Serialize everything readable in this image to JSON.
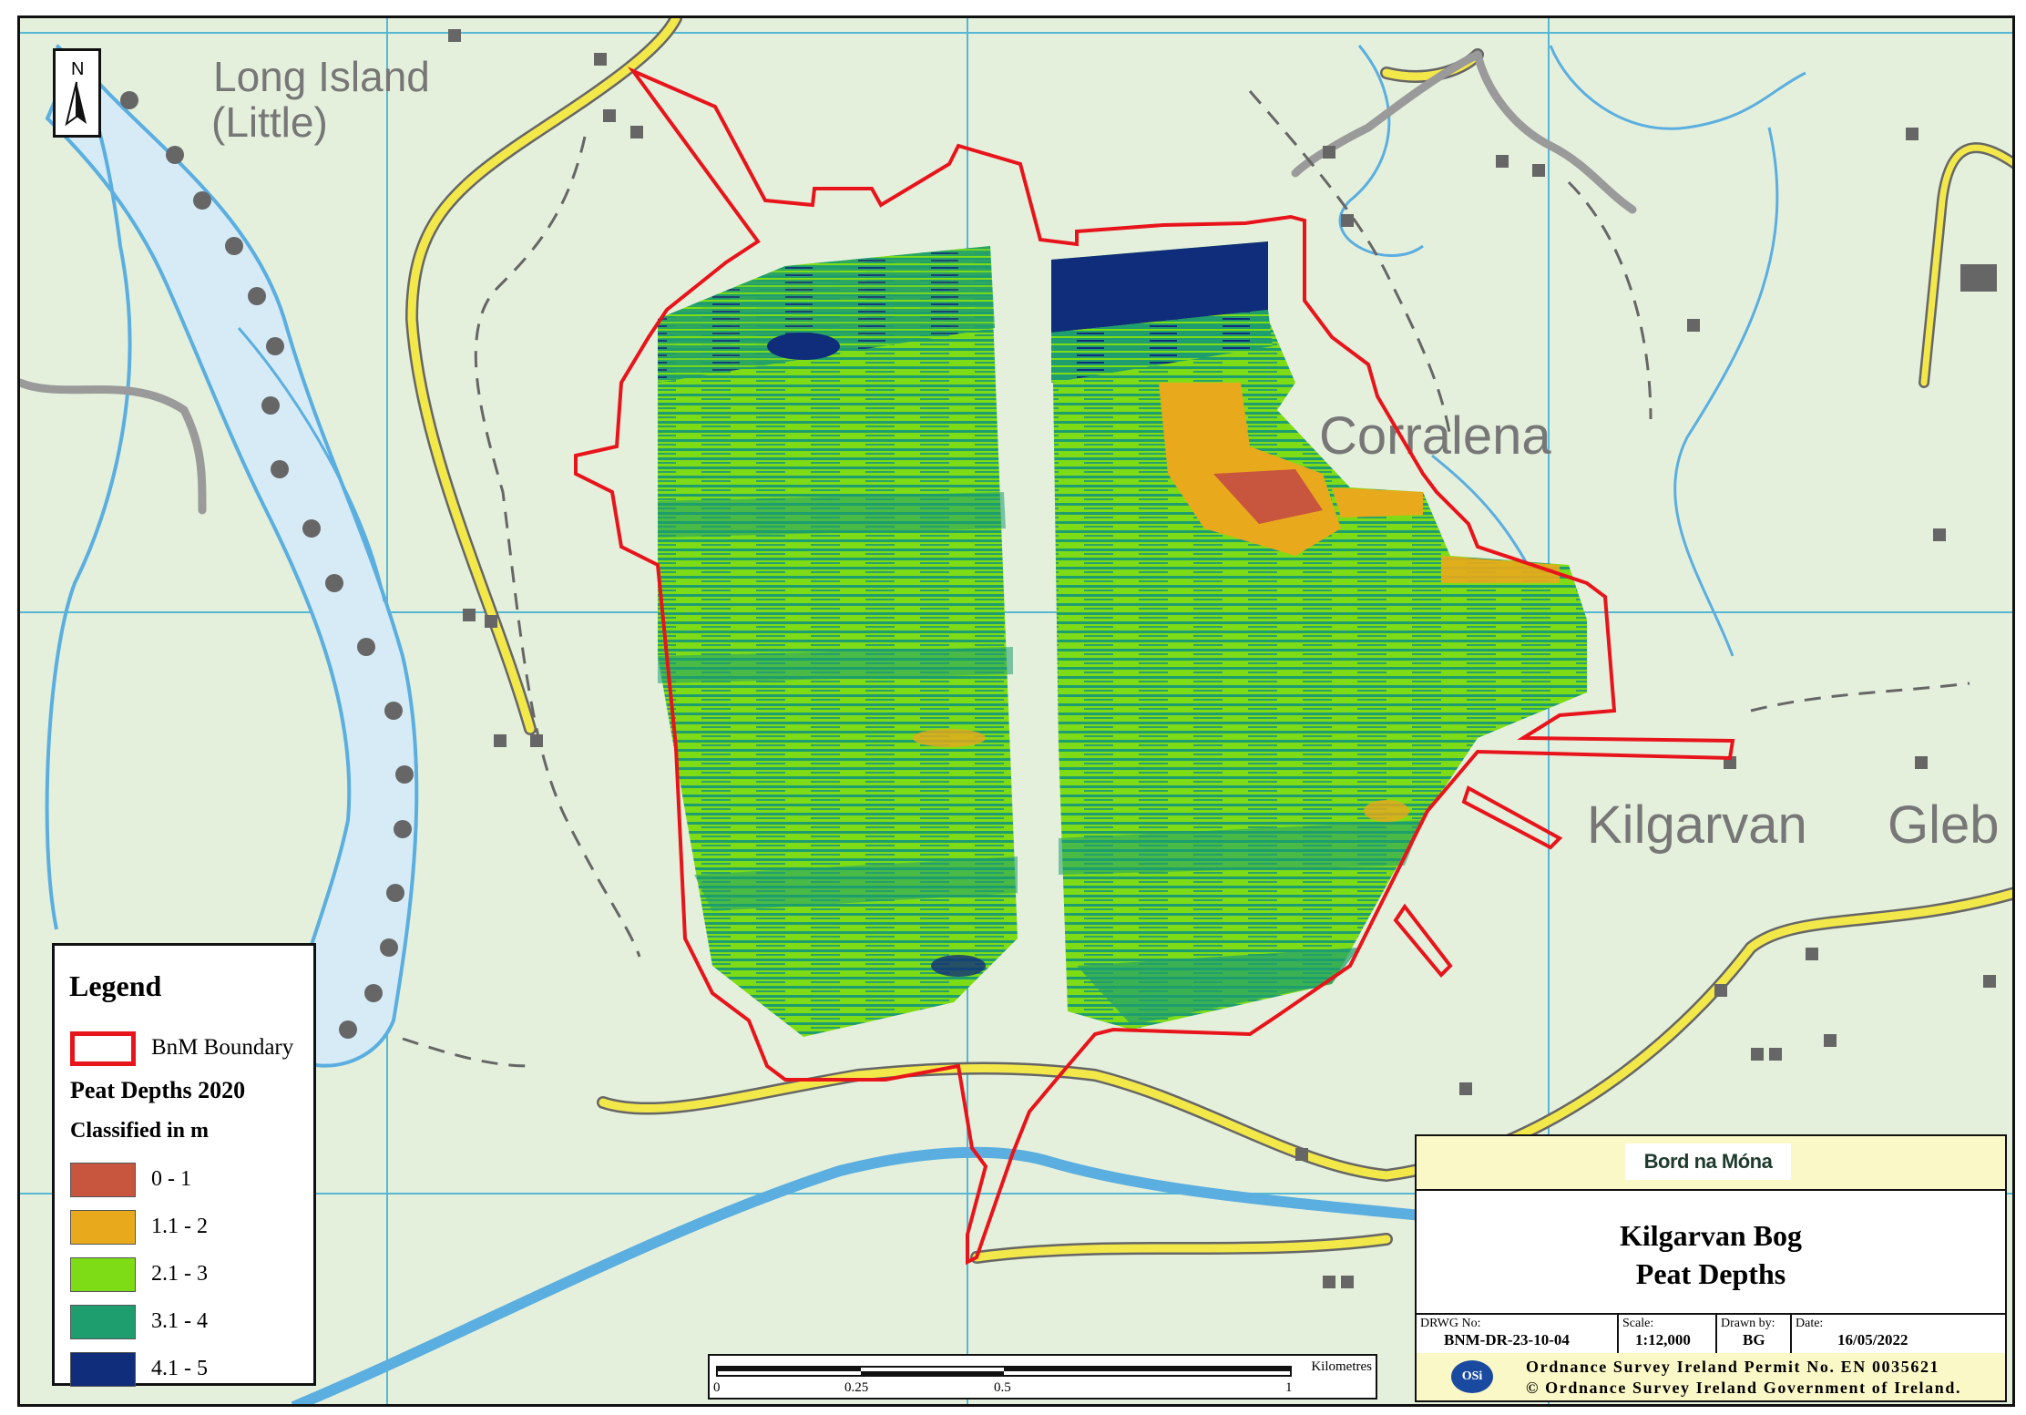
{
  "map": {
    "north_label": "N",
    "place_names": {
      "long_island": "Long Island",
      "long_island_2": "(Little)",
      "corralena": "Corralena",
      "kilgarvan": "Kilgarvan",
      "glebe": "Gleb"
    },
    "colors": {
      "background": "#e5f0dc",
      "grid": "#55b7d3",
      "water": "#5aaee0",
      "road_major": "#f3e84a",
      "road_minor": "#9a9a9a",
      "boundary": "#e8141b"
    }
  },
  "legend": {
    "title": "Legend",
    "boundary_label": "BnM Boundary",
    "subtitle": "Peat Depths 2020",
    "subtitle2": "Classified in m",
    "classes": [
      {
        "label": "0 - 1",
        "color": "#c8553d"
      },
      {
        "label": "1.1 - 2",
        "color": "#e9a91c"
      },
      {
        "label": "2.1 - 3",
        "color": "#7edc17"
      },
      {
        "label": "3.1 - 4",
        "color": "#1e9e6e"
      },
      {
        "label": "4.1 - 5",
        "color": "#0f2d7a"
      }
    ]
  },
  "scalebar": {
    "unit": "Kilometres",
    "ticks": [
      "0",
      "0.25",
      "0.5",
      "1"
    ]
  },
  "title_block": {
    "logo": "Bord na Móna",
    "title_line1": "Kilgarvan Bog",
    "title_line2": "Peat Depths",
    "drwg_label": "DRWG No:",
    "drwg_value": "BNM-DR-23-10-04",
    "scale_label": "Scale:",
    "scale_value": "1:12,000",
    "drawn_label": "Drawn by:",
    "drawn_value": "BG",
    "date_label": "Date:",
    "date_value": "16/05/2022",
    "osi_logo": "OSi",
    "copyright_line1": "Ordnance Survey Ireland Permit No. EN 0035621",
    "copyright_line2": "© Ordnance Survey Ireland Government of Ireland."
  }
}
